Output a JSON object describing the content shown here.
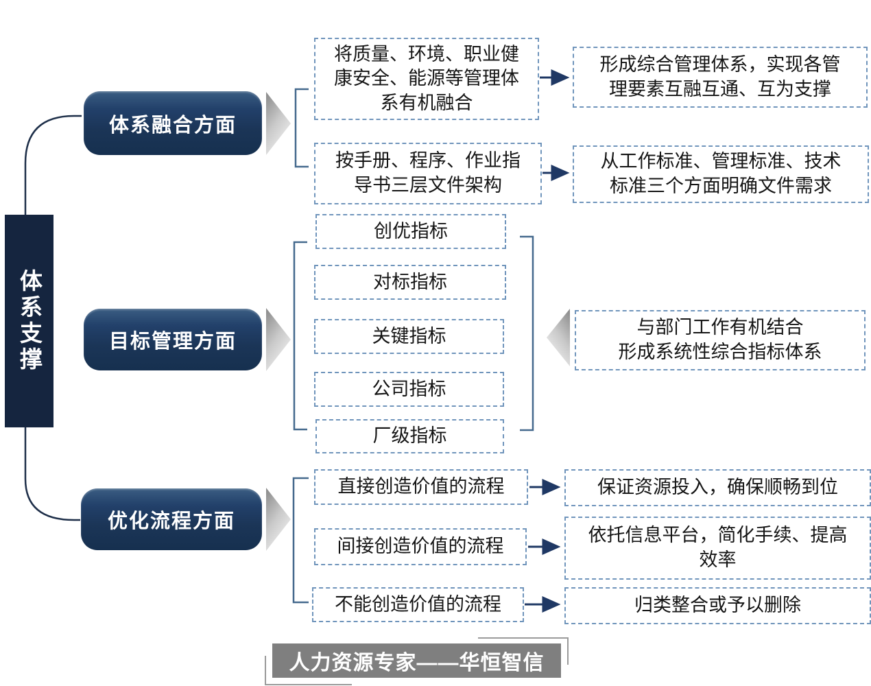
{
  "root": {
    "label": "体系支撑"
  },
  "branch1": {
    "label": "体系融合方面",
    "item1": "将质量、环境、职业健\n康安全、能源等管理体\n系有机融合",
    "result1": "形成综合管理体系，实现各管\n理要素互融互通、互为支撑",
    "item2": "按手册、程序、作业指\n导书三层文件架构",
    "result2": "从工作标准、管理标准、技术\n标准三个方面明确文件需求"
  },
  "branch2": {
    "label": "目标管理方面",
    "indicator1": "创优指标",
    "indicator2": "对标指标",
    "indicator3": "关键指标",
    "indicator4": "公司指标",
    "indicator5": "厂级指标",
    "result": "与部门工作有机结合\n形成系统性综合指标体系"
  },
  "branch3": {
    "label": "优化流程方面",
    "item1": "直接创造价值的流程",
    "result1": "保证资源投入，确保顺畅到位",
    "item2": "间接创造价值的流程",
    "result2": "依托信息平台，简化手续、提高\n效率",
    "item3": "不能创造价值的流程",
    "result3": "归类整合或予以删除"
  },
  "footer": {
    "text": "人力资源专家——华恒智信"
  },
  "colors": {
    "root_navy": "#15253f",
    "branch_navy": "#1b3557",
    "dashed_border": "#6f94bb",
    "arrow_navy": "#1f3864",
    "bracket_blue": "#44698d",
    "chevron_gray": "#8f8f8f",
    "footer_gray": "#7f7f7f"
  }
}
